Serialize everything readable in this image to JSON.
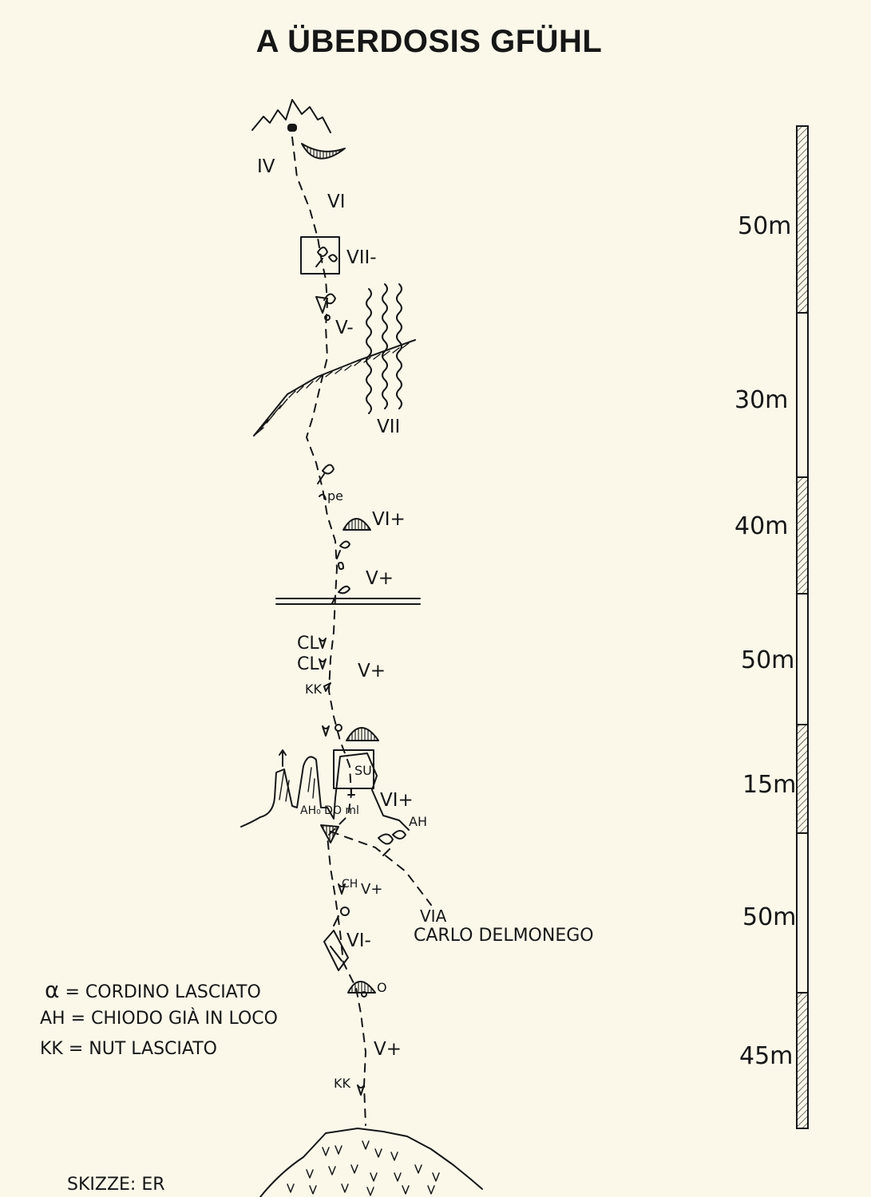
{
  "title": "A ÜBERDOSIS GFÜHL",
  "grades": {
    "g1": "IV",
    "g2": "VI",
    "g3": "VII-",
    "g4": "V-",
    "g5": "VII",
    "g6": "VI+",
    "g7": "V+",
    "g8": "V+",
    "g9": "VI+",
    "g10": "V+",
    "g11": "VI-",
    "g12": "V+"
  },
  "marks": {
    "pe": "pe",
    "cl1": "CL",
    "cl2": "CL",
    "kk1": "KK",
    "su": "SU",
    "ah_do_ml": "AH₀ DO ml",
    "ah": "AH",
    "ch": "CH",
    "o": "O",
    "kk2": "KK"
  },
  "via": {
    "line1": "VIA",
    "line2": "CARLO DELMONEGO"
  },
  "legend": [
    {
      "symbol": "α",
      "text": "= CORDINO LASCIATO"
    },
    {
      "symbol": "AH",
      "text": "= CHIODO GIÀ IN LOCO"
    },
    {
      "symbol": "KK",
      "text": "= NUT LASCIATO"
    }
  ],
  "author": "SKIZZE: ER",
  "pitch_lengths": [
    "50m",
    "30m",
    "40m",
    "50m",
    "15m",
    "50m",
    "45m"
  ],
  "scale_shading": [
    "hatched",
    "plain",
    "hatched",
    "plain",
    "hatched",
    "plain",
    "hatched"
  ]
}
